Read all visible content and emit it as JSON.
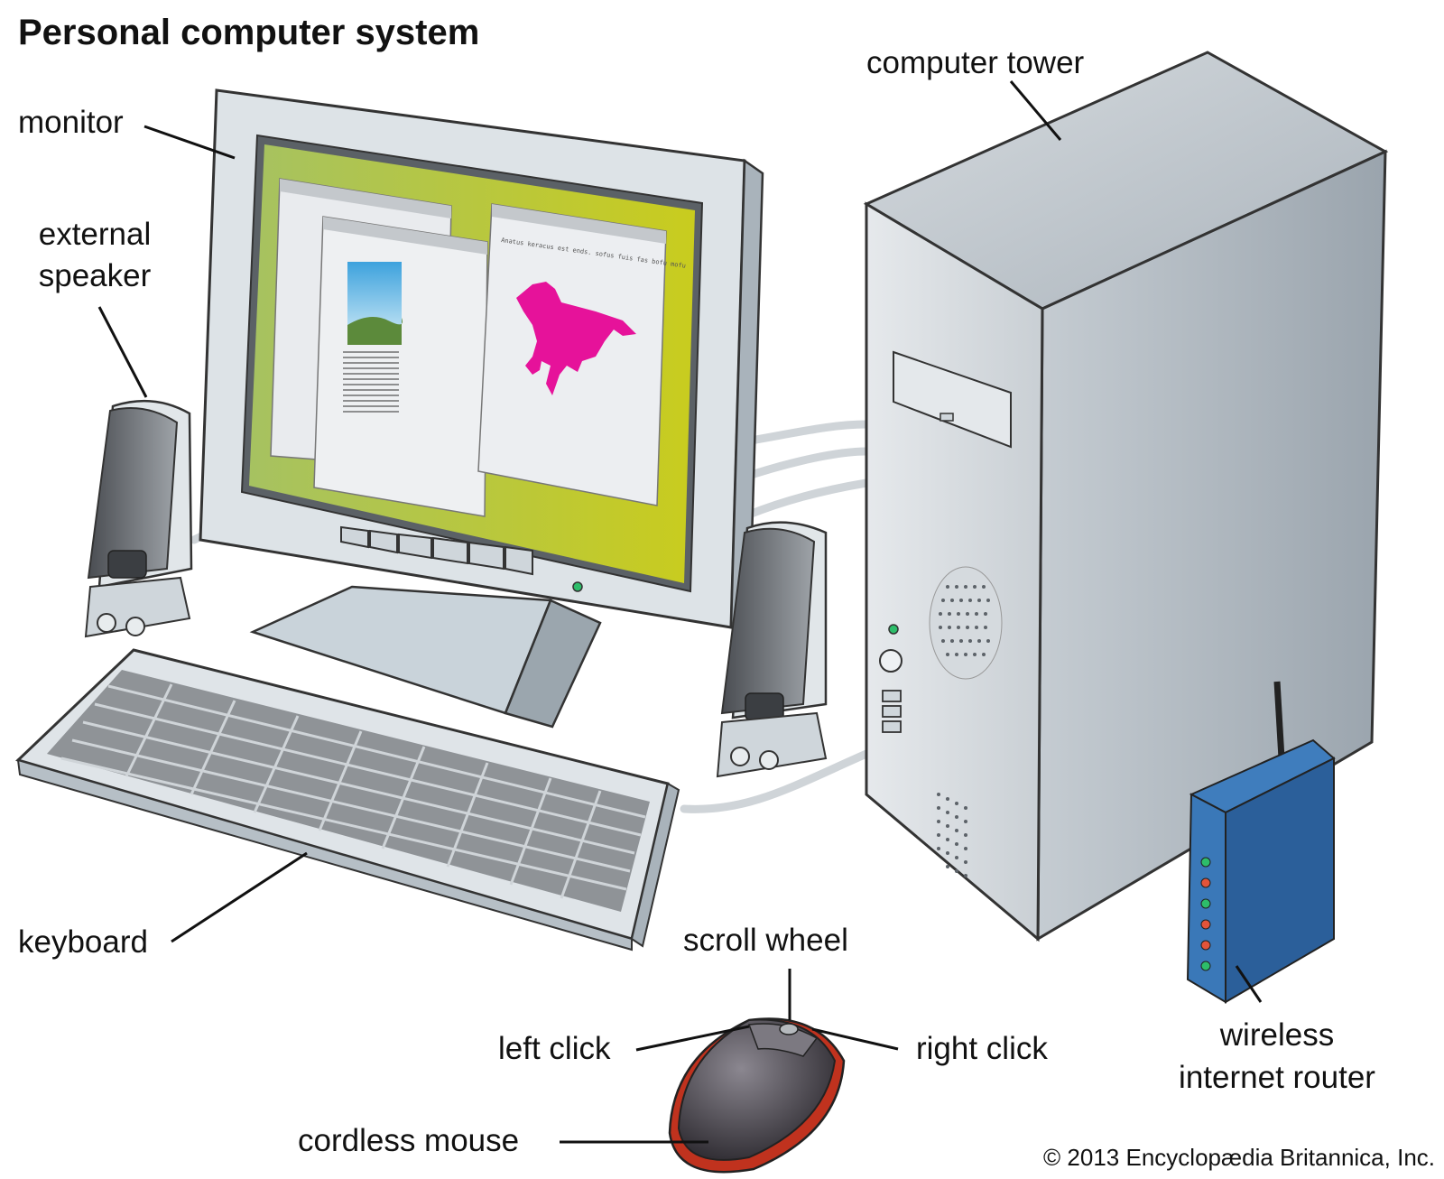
{
  "title": "Personal computer system",
  "labels": {
    "monitor": "monitor",
    "external_speaker_line1": "external",
    "external_speaker_line2": "speaker",
    "computer_tower": "computer tower",
    "keyboard": "keyboard",
    "scroll_wheel": "scroll wheel",
    "left_click": "left click",
    "right_click": "right click",
    "cordless_mouse": "cordless mouse",
    "router_line1": "wireless",
    "router_line2": "internet router"
  },
  "screen_text": "Anatus keracus est ends. sofus fuis fas bofu mofu",
  "credit": "© 2013 Encyclopædia Britannica, Inc.",
  "colors": {
    "screen_background": "#b5c93a",
    "horse": "#e6129a",
    "router": "#2f6aa8",
    "mouse_accent": "#c0321e"
  }
}
